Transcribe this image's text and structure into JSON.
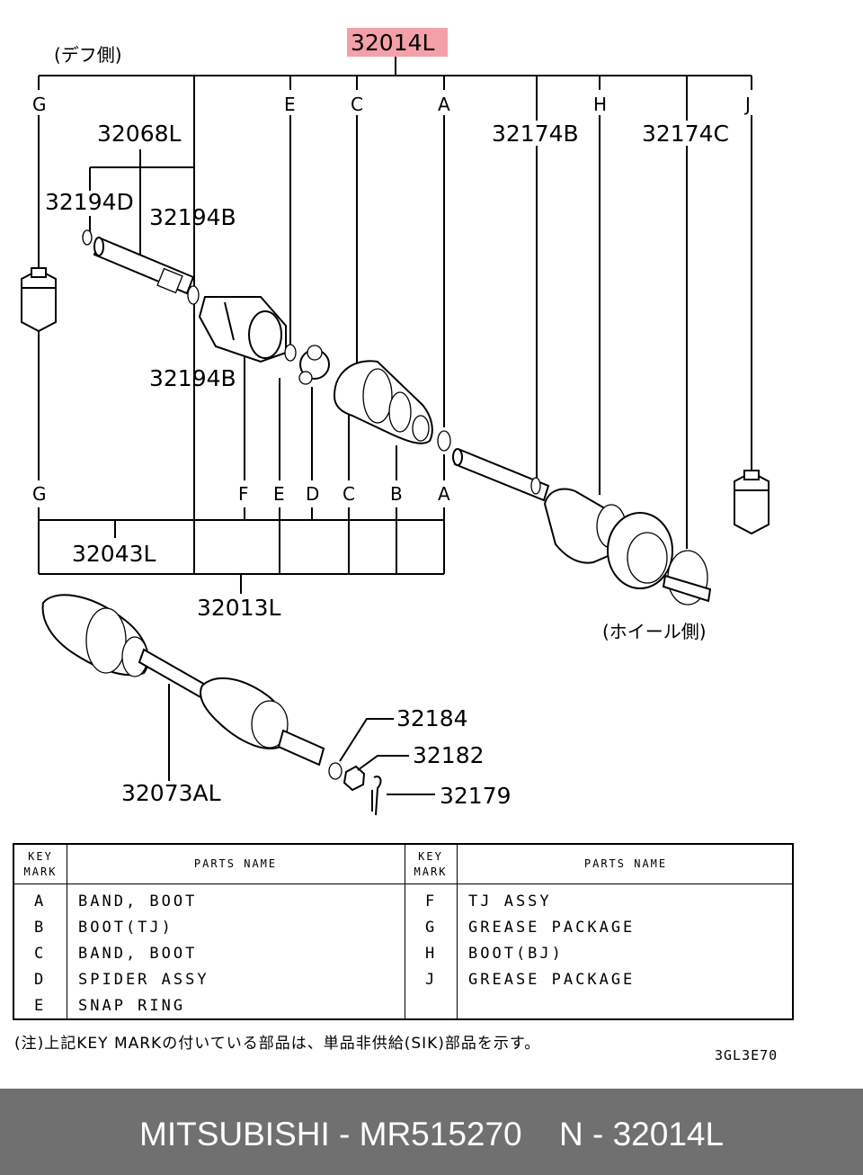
{
  "diagram": {
    "main_part": "32014L",
    "diff_side_label": "(デフ側)",
    "wheel_side_label": "(ホイール側)",
    "top_letters": [
      "G",
      "E",
      "C",
      "A",
      "H",
      "J"
    ],
    "bottom_letters": [
      "G",
      "F",
      "E",
      "D",
      "C",
      "B",
      "A"
    ],
    "part_numbers": {
      "p32068L": "32068L",
      "p32194D": "32194D",
      "p32194B_top": "32194B",
      "p32194B_mid": "32194B",
      "p32174B": "32174B",
      "p32174C": "32174C",
      "p32043L": "32043L",
      "p32013L": "32013L",
      "p32184": "32184",
      "p32182": "32182",
      "p32179": "32179",
      "p32073AL": "32073AL"
    },
    "highlight_color": "#f4a0a8"
  },
  "table": {
    "header_key": [
      "KEY",
      "MARK"
    ],
    "header_name": "PARTS NAME",
    "left_rows": [
      {
        "key": "A",
        "name": "BAND, BOOT"
      },
      {
        "key": "B",
        "name": "BOOT(TJ)"
      },
      {
        "key": "C",
        "name": "BAND, BOOT"
      },
      {
        "key": "D",
        "name": "SPIDER ASSY"
      },
      {
        "key": "E",
        "name": "SNAP RING"
      }
    ],
    "right_rows": [
      {
        "key": "F",
        "name": "TJ ASSY"
      },
      {
        "key": "G",
        "name": "GREASE PACKAGE"
      },
      {
        "key": "H",
        "name": "BOOT(BJ)"
      },
      {
        "key": "J",
        "name": "GREASE PACKAGE"
      }
    ]
  },
  "note": "(注)上記KEY MARKの付いている部品は、単品非供給(SIK)部品を示す。",
  "drawing_code": "3GL3E70",
  "footer": {
    "brand_part": "MITSUBISHI - MR515270",
    "ref": "N - 32014L",
    "background": "#707070"
  }
}
